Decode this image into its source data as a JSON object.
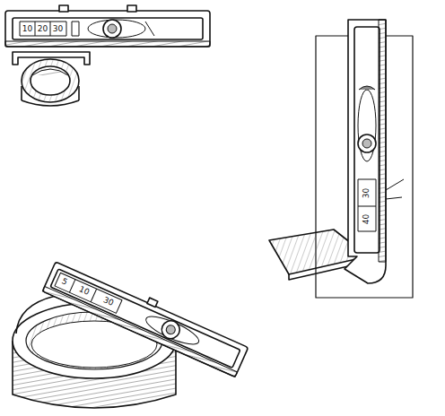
{
  "diagram": {
    "labels": [
      "10",
      "20",
      "30",
      "5",
      "10",
      "30",
      "30",
      "40"
    ]
  }
}
